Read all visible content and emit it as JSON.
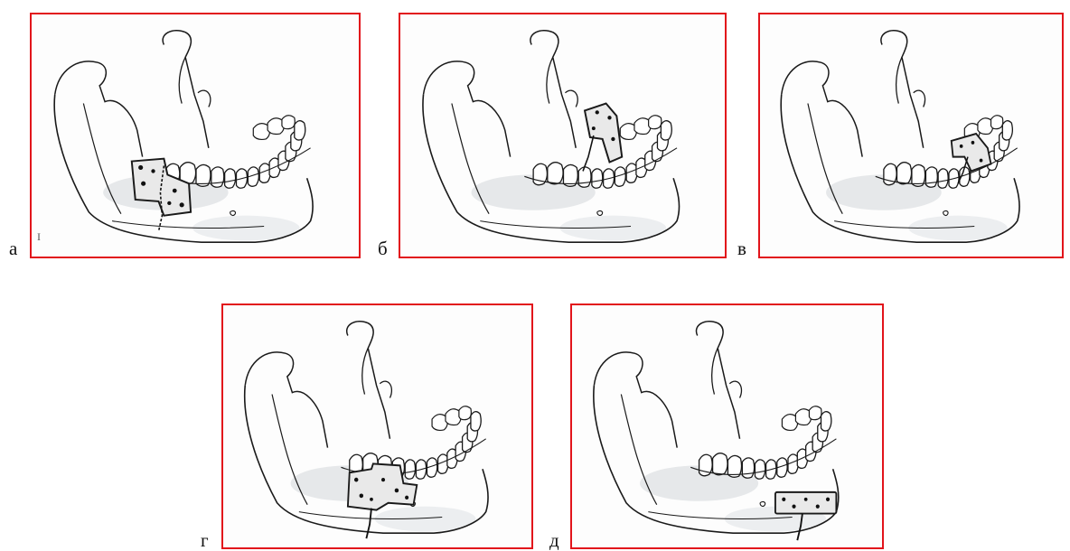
{
  "colors": {
    "frame": "#e2141b",
    "line": "#1a1a1a",
    "shade": "#e6e8ea",
    "plate": "#e9e9e9"
  },
  "panels": [
    {
      "letter": "а",
      "mark": "I",
      "plate": "angle-plate"
    },
    {
      "letter": "б",
      "mark": "",
      "plate": "ramus-plate"
    },
    {
      "letter": "в",
      "mark": "",
      "plate": "premolar-plate"
    },
    {
      "letter": "г",
      "mark": "",
      "plate": "body-plate"
    },
    {
      "letter": "д",
      "mark": "",
      "plate": "chin-plate"
    }
  ]
}
